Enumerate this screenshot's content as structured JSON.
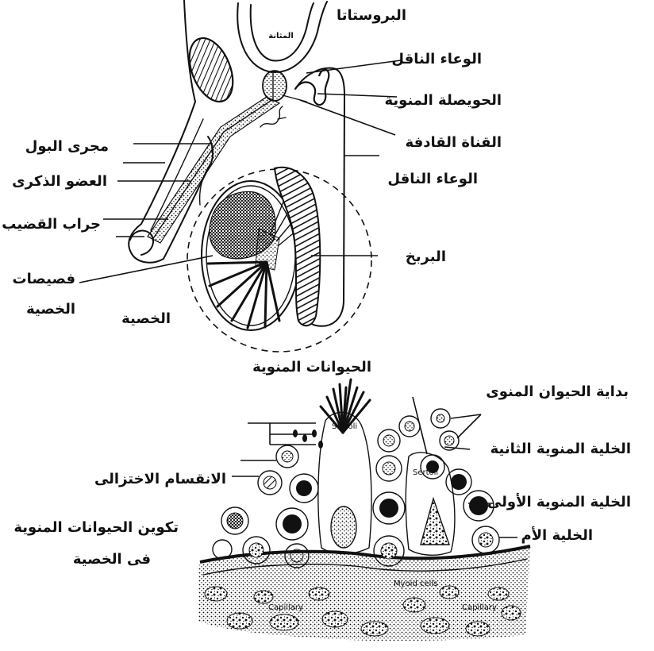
{
  "anatomy": {
    "prostate": "البروستاتا",
    "bladder": "المثانة",
    "vas_deferens_upper": "الوعاء الناقل",
    "seminal_vesicle": "الحويصلة المنوية",
    "ejaculatory_duct": "القناة القادفة",
    "vas_deferens_lower": "الوعاء الناقل",
    "epididymis": "البربخ",
    "urethra": "مجرى البول",
    "penis": "العضو الذكرى",
    "scrotum": "جراب القضيب",
    "testis_lobules": [
      "فصيصات",
      "الخصية"
    ],
    "testis": "الخصية",
    "sperm": "الحيوانات المنوية"
  },
  "spermatogenesis": {
    "spermatid": "بداية الحيوان المنوى",
    "secondary_spermatocyte": "الخلية المنوية الثانية",
    "meiosis": "الانقسام الاختزالى",
    "primary_spermatocyte": "الخلية المنوية الأولى",
    "spermatogonium": "الخلية الأم",
    "caption": [
      "تكوين الحيوانات المنوية",
      "فى الخصية"
    ],
    "sertoli": [
      "Sertoli",
      "Sertoli"
    ],
    "myoid": "Myoid cells",
    "capillary": [
      "Capillary",
      "Capillary"
    ]
  },
  "colors": {
    "ink": "#111111",
    "background": "#ffffff"
  }
}
